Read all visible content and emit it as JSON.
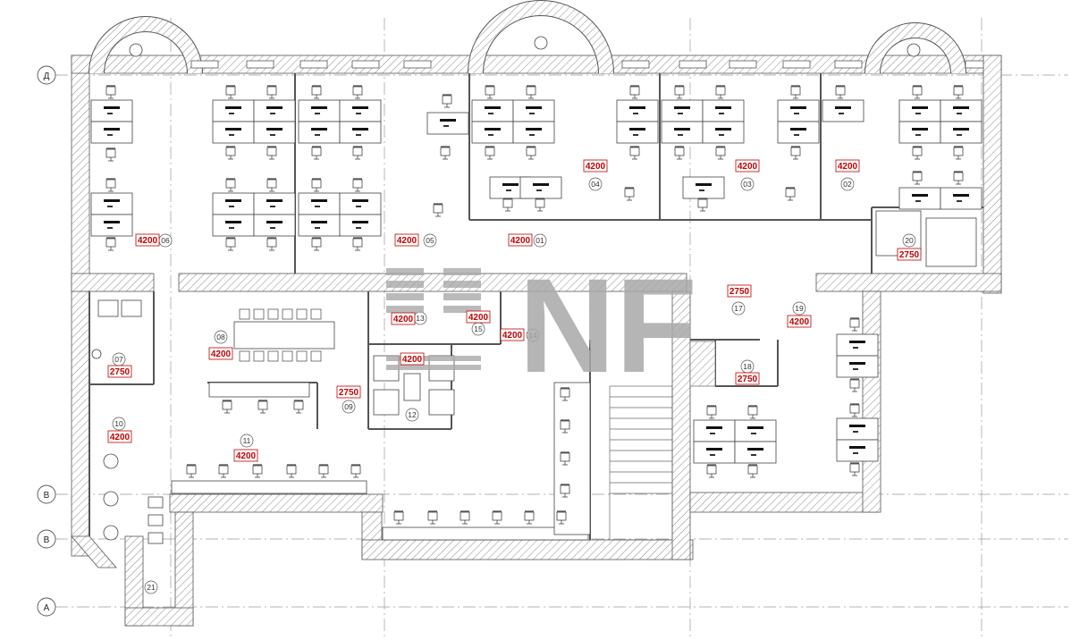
{
  "axes": [
    {
      "id": "axis-d",
      "label": "Д"
    },
    {
      "id": "axis-v1",
      "label": "В"
    },
    {
      "id": "axis-v2",
      "label": "В"
    },
    {
      "id": "axis-a",
      "label": "А"
    }
  ],
  "rooms": [
    {
      "id": "01",
      "height": "4200"
    },
    {
      "id": "02",
      "height": "4200"
    },
    {
      "id": "03",
      "height": "4200"
    },
    {
      "id": "04",
      "height": "4200"
    },
    {
      "id": "05",
      "height": "4200"
    },
    {
      "id": "06",
      "height": "4200"
    },
    {
      "id": "07",
      "height": "2750"
    },
    {
      "id": "08",
      "height": "4200"
    },
    {
      "id": "09",
      "height": "2750"
    },
    {
      "id": "10",
      "height": "4200"
    },
    {
      "id": "11",
      "height": "4200"
    },
    {
      "id": "12",
      "height": "4200"
    },
    {
      "id": "13",
      "height": "4200"
    },
    {
      "id": "14",
      "height": "4200"
    },
    {
      "id": "15",
      "height": "4200"
    },
    {
      "id": "17",
      "height": "2750"
    },
    {
      "id": "18",
      "height": "2750"
    },
    {
      "id": "19",
      "height": "4200"
    },
    {
      "id": "20",
      "height": "2750"
    },
    {
      "id": "21",
      "height": ""
    }
  ],
  "watermark": "NF",
  "colors": {
    "wall": "#555555",
    "hatch": "#8a8a8a",
    "label_red": "#c00000",
    "watermark": "#a9a9a9"
  }
}
